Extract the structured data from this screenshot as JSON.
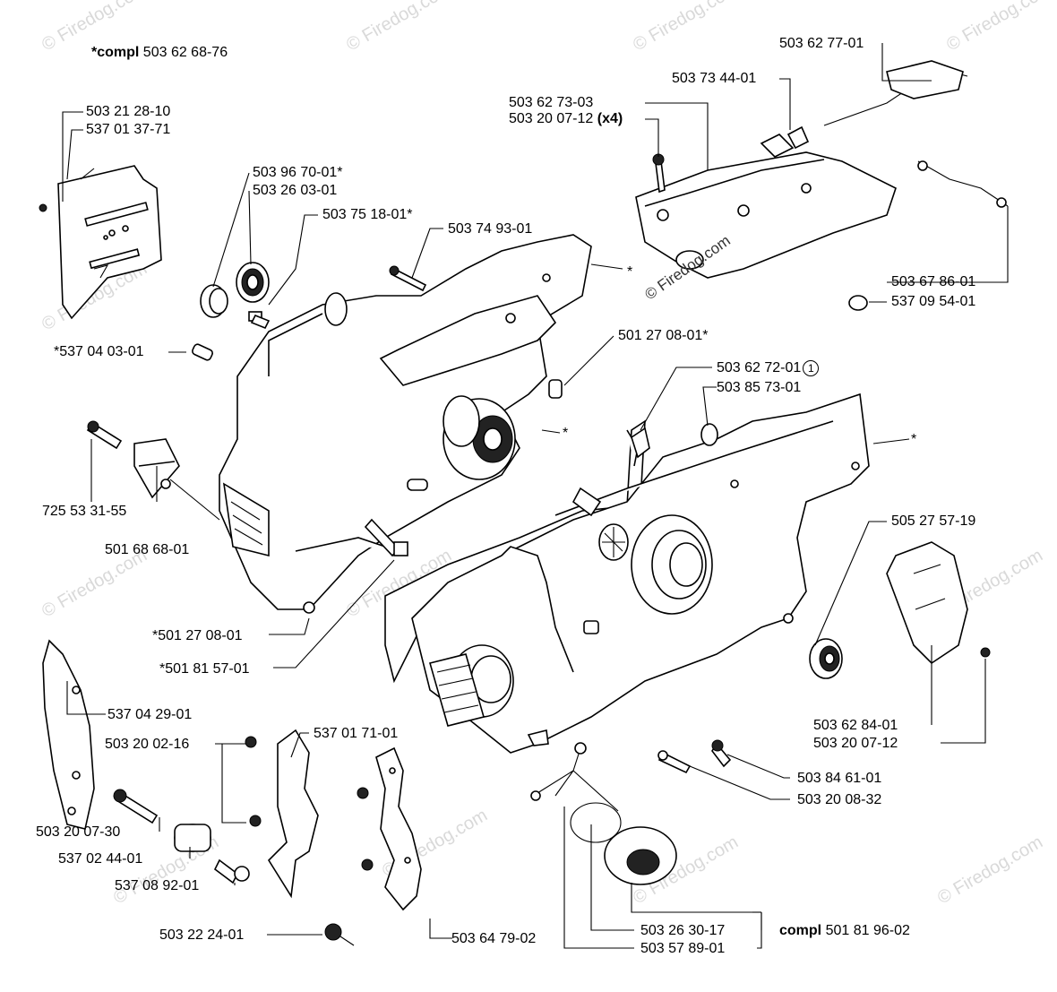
{
  "watermarks": [
    "© Firedog.com",
    "© Firedog.com",
    "© Firedog.com",
    "© Firedog.com",
    "© Firedog.com",
    "© Firedog.com",
    "© Firedog.com",
    "© Firedog.com",
    "© Firedog.com",
    "© Firedog.com",
    "© Firedog.com",
    "© Firedog.com"
  ],
  "header": {
    "compl_prefix": "*compl",
    "compl_number": "503 62 68-76"
  },
  "labels": {
    "p5036277": "503 62 77-01",
    "p5037344": "503 73 44-01",
    "p5036273": "503 62 73-03",
    "p5032007_x4": "503 20 07-12",
    "x4": "(x4)",
    "p5032128": "503 21 28-10",
    "p5370137": "537 01 37-71",
    "p5039670": "503 96 70-01*",
    "p5032603": "503 26 03-01",
    "p5037518": "503 75 18-01*",
    "p5037493": "503 74 93-01",
    "star1": "*",
    "p5036786": "503 67 86-01",
    "p5370954": "537 09 54-01",
    "p5370403": "*537 04 03-01",
    "p5012708a": "501 27 08-01*",
    "p5036272": "503 62 72-01",
    "circle1": "1",
    "p5038573": "503 85 73-01",
    "star2": "*",
    "star3": "*",
    "p7255331": "725 53 31-55",
    "p5016868": "501 68 68-01",
    "p5052757": "505 27 57-19",
    "p5012708b": "*501 27 08-01",
    "p5018157": "*501 81 57-01",
    "p5370429": "537 04 29-01",
    "p5032002": "503 20 02-16",
    "p5370171": "537 01 71-01",
    "p5036284": "503 62 84-01",
    "p5032007b": "503 20 07-12",
    "p5038461": "503 84 61-01",
    "p5032008": "503 20 08-32",
    "p5032007_30": "503 20 07-30",
    "p5370244": "537 02 44-01",
    "p5370892": "537 08 92-01",
    "p5032224": "503 22 24-01",
    "p5036479": "503 64 79-02",
    "p5032630": "503 26 30-17",
    "compl2_prefix": "compl",
    "compl2_number": "501 81 96-02",
    "p5035789": "503 57 89-01",
    "diagram_watermark": "© Firedog.com"
  },
  "colors": {
    "line": "#000000",
    "shade": "#d8d8d8",
    "watermark": "#d9d9d9"
  }
}
